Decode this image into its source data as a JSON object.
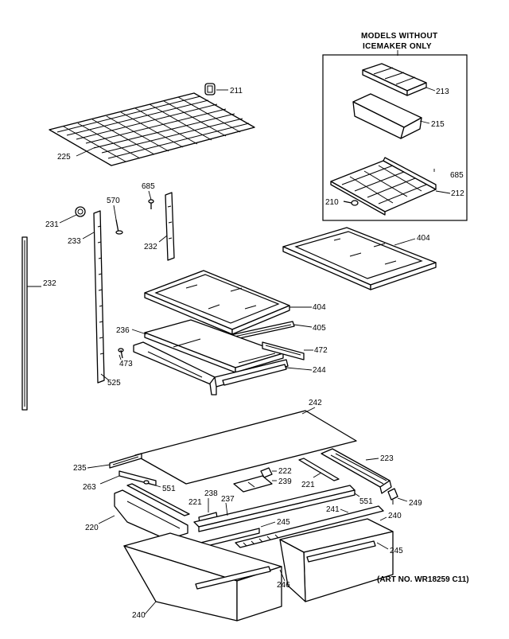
{
  "inset": {
    "title_line1": "MODELS WITHOUT",
    "title_line2": "ICEMAKER ONLY"
  },
  "art_number": "(ART NO. WR18259 C11)",
  "callouts": {
    "c211": "211",
    "c225": "225",
    "c685a": "685",
    "c570": "570",
    "c231": "231",
    "c233": "233",
    "c232a": "232",
    "c232b": "232",
    "c213": "213",
    "c215": "215",
    "c685b": "685",
    "c212": "212",
    "c210": "210",
    "c404a": "404",
    "c404b": "404",
    "c405": "405",
    "c236": "236",
    "c472": "472",
    "c473": "473",
    "c244": "244",
    "c525": "525",
    "c242": "242",
    "c235": "235",
    "c223": "223",
    "c222": "222",
    "c239": "239",
    "c263": "263",
    "c551a": "551",
    "c221a": "221",
    "c221b": "221",
    "c238": "238",
    "c237": "237",
    "c551b": "551",
    "c249": "249",
    "c220": "220",
    "c241": "241",
    "c240a": "240",
    "c245a": "245",
    "c245b": "245",
    "c246": "246",
    "c240b": "240"
  }
}
